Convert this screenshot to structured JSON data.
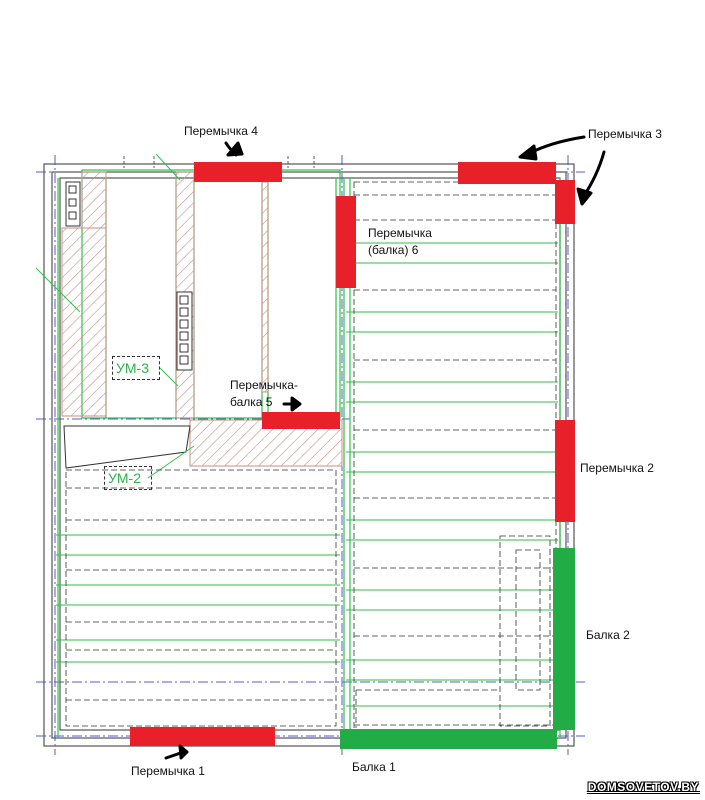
{
  "colors": {
    "lintel": "#e8202a",
    "beam": "#22ac45",
    "joist": "#2fc24a",
    "wall": "#555555",
    "hatch": "#c98f86",
    "axis": "#5a5ad8"
  },
  "labels": {
    "lintel_1": "Перемычка 1",
    "lintel_2": "Перемычка 2",
    "lintel_3": "Перемычка 3",
    "lintel_4": "Перемычка 4",
    "lintel_beam_5_line1": "Перемычка-",
    "lintel_beam_5_line2": "балка 5",
    "lintel_beam_6_line1": "Перемычка",
    "lintel_beam_6_line2": "(балка) 6",
    "beam_1": "Балка 1",
    "beam_2": "Балка 2",
    "um_3": "УМ-3",
    "um_2": "УМ-2"
  },
  "watermark": "DOMSOVETOV.BY"
}
